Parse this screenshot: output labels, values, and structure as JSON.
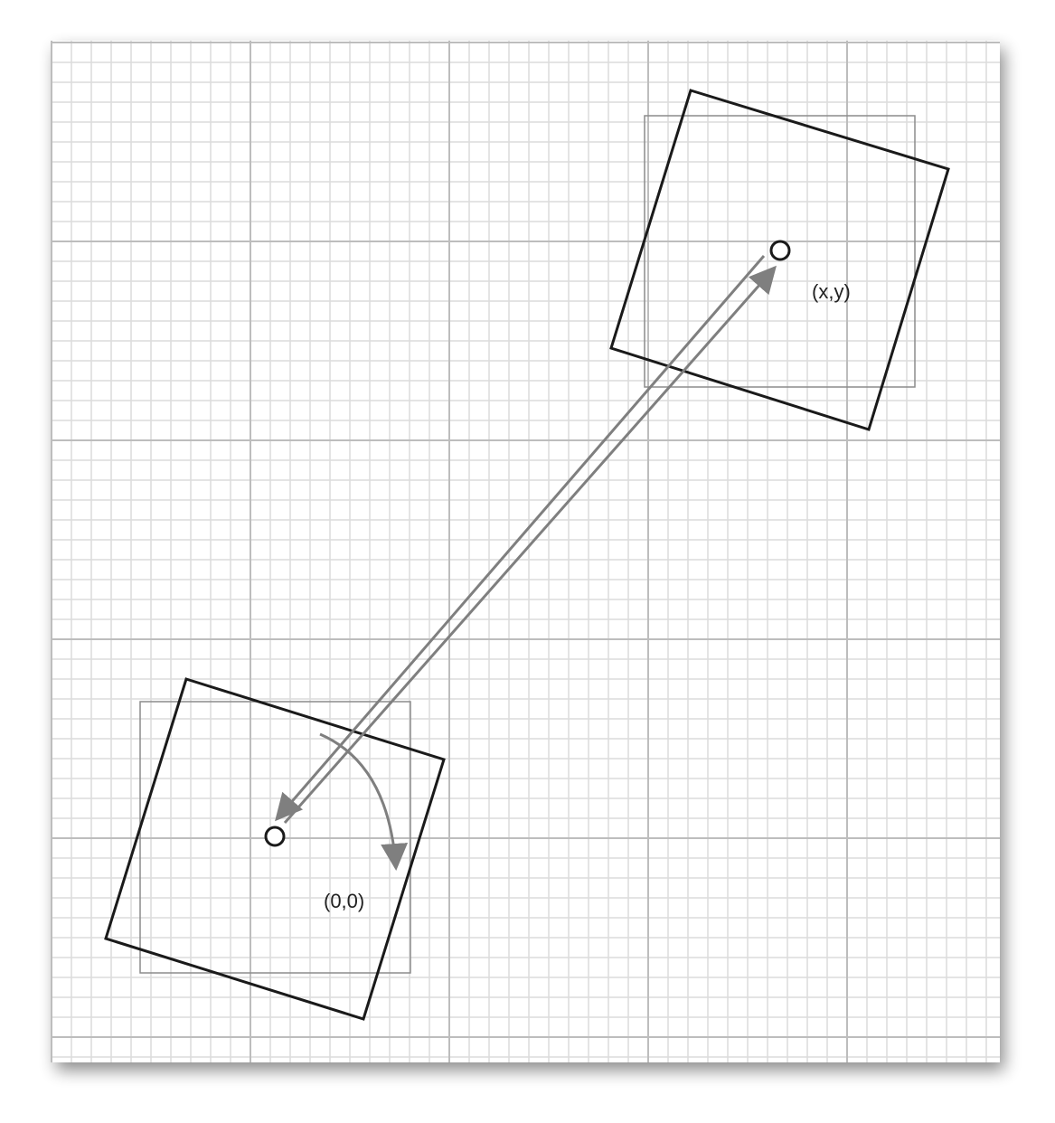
{
  "labels": {
    "origin": "(0,0)",
    "target": "(x,y)"
  },
  "colors": {
    "background": "#ffffff",
    "grid_minor": "#dcdcdc",
    "grid_major": "#bdbdbd",
    "square_original": "#8c8c8c",
    "square_rotated": "#1a1a1a",
    "arrow": "#7f7f7f",
    "text": "#222222"
  },
  "icons": {
    "origin_point": "hollow-circle",
    "target_point": "hollow-circle"
  }
}
